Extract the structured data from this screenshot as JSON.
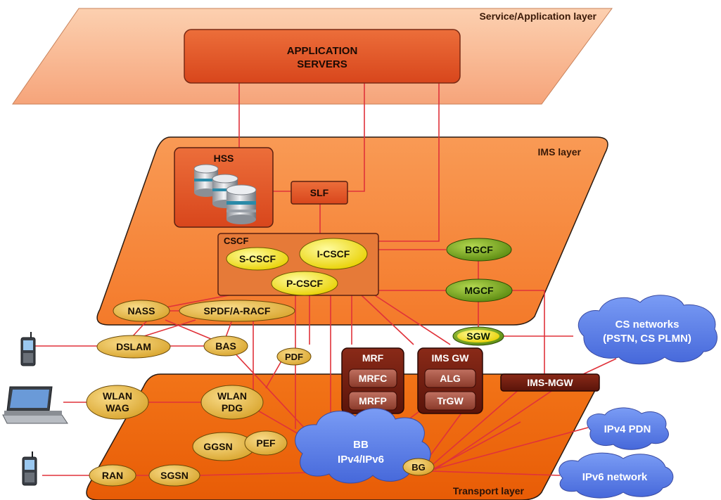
{
  "layers": {
    "service": "Service/Application layer",
    "ims": "IMS layer",
    "transport": "Transport layer"
  },
  "nodes": {
    "app_servers_line1": "APPLICATION",
    "app_servers_line2": "SERVERS",
    "hss": "HSS",
    "slf": "SLF",
    "cscf": "CSCF",
    "s_cscf": "S-CSCF",
    "i_cscf": "I-CSCF",
    "p_cscf": "P-CSCF",
    "bgcf": "BGCF",
    "mgcf": "MGCF",
    "sgw": "SGW",
    "nass": "NASS",
    "spdf": "SPDF/A-RACF",
    "dslam": "DSLAM",
    "bas": "BAS",
    "pdf": "PDF",
    "mrf": "MRF",
    "mrfc": "MRFC",
    "mrfp": "MRFP",
    "ims_gw": "IMS GW",
    "alg": "ALG",
    "trgw": "TrGW",
    "ims_mgw": "IMS-MGW",
    "wlan_wag_line1": "WLAN",
    "wlan_wag_line2": "WAG",
    "wlan_pdg_line1": "WLAN",
    "wlan_pdg_line2": "PDG",
    "ggsn": "GGSN",
    "pef": "PEF",
    "bb_line1": "BB",
    "bb_line2": "IPv4/IPv6",
    "bg": "BG",
    "ran": "RAN",
    "sgsn": "SGSN"
  },
  "clouds": {
    "cs_line1": "CS networks",
    "cs_line2": "(PSTN, CS PLMN)",
    "ipv4_pdn": "IPv4 PDN",
    "ipv6_network": "IPv6 network"
  },
  "colors": {
    "service_layer": "#f9b890",
    "ims_layer": "#f6883e",
    "transport_layer": "#ee6a10",
    "app_box": "#e2562a",
    "link": "#e0323a",
    "node_yellow": "#f5e210",
    "node_gold": "#e9b94a",
    "node_green": "#7aaa1c",
    "node_dark": "#6b1c10",
    "cloud_blue": "#5b7fe8"
  }
}
